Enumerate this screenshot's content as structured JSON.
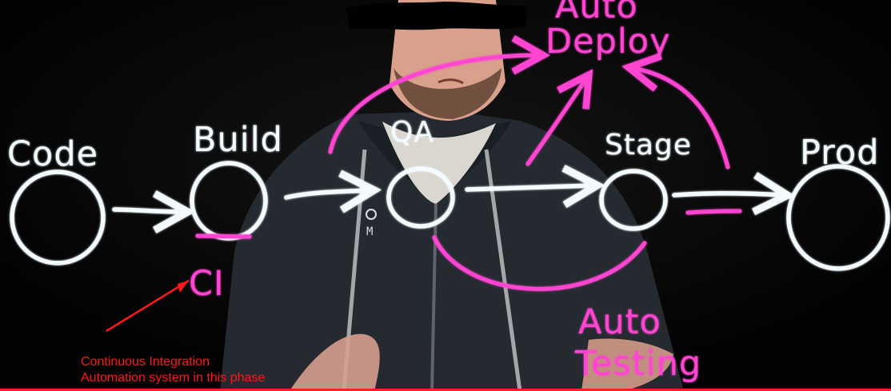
{
  "board": {
    "stages": [
      {
        "label": "Code"
      },
      {
        "label": "Build"
      },
      {
        "label": "QA"
      },
      {
        "label": "Stage"
      },
      {
        "label": "Prod"
      }
    ],
    "ci_label": "CI",
    "auto_deploy": {
      "line1": "Auto",
      "line2": "Deploy"
    },
    "auto_testing": {
      "line1": "Auto",
      "line2": "Testing"
    }
  },
  "annotation": {
    "line1": "Continuous Integration",
    "line2": "Automation system in this phase",
    "color": "#ff1818"
  },
  "colors": {
    "white_marker": "#f4fbff",
    "pink_marker": "#ff45d2",
    "background": "#050505"
  }
}
